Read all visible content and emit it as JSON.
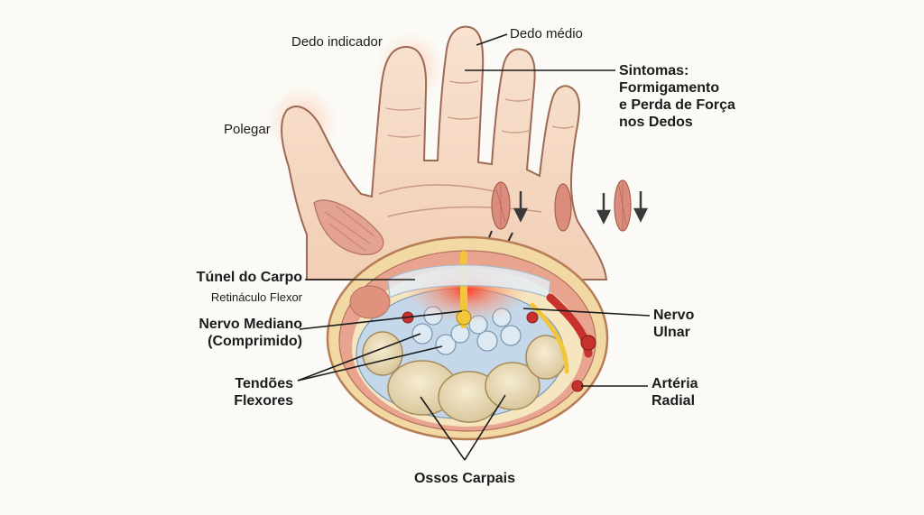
{
  "labels": {
    "dedo_indicador": "Dedo indicador",
    "dedo_medio": "Dedo médio",
    "polegar": "Polegar",
    "sintomas": "Sintomas:\nFormigamento\ne Perda de Força\nnos Dedos",
    "tunel_do_carpo": "Túnel do Carpo",
    "retinaculo_flexor": "Retináculo Flexor",
    "nervo_mediano": "Nervo Mediano\n(Comprimido)",
    "tendoes_flexores": "Tendões\nFlexores",
    "nervo_ulnar": "Nervo\nUlnar",
    "arteria_radial": "Artéria\nRadial",
    "ossos_carpais": "Ossos Carpais"
  },
  "colors": {
    "skin": "#f6dcc8",
    "skin_outline": "#9c6a55",
    "muscle": "#d98a7c",
    "nerve": "#f2c53a",
    "artery": "#c8322e",
    "tendon": "#c9dcec",
    "bone": "#efe3c6",
    "inflammation": "#ff5a3c",
    "leader_line": "#1c1c1c"
  }
}
